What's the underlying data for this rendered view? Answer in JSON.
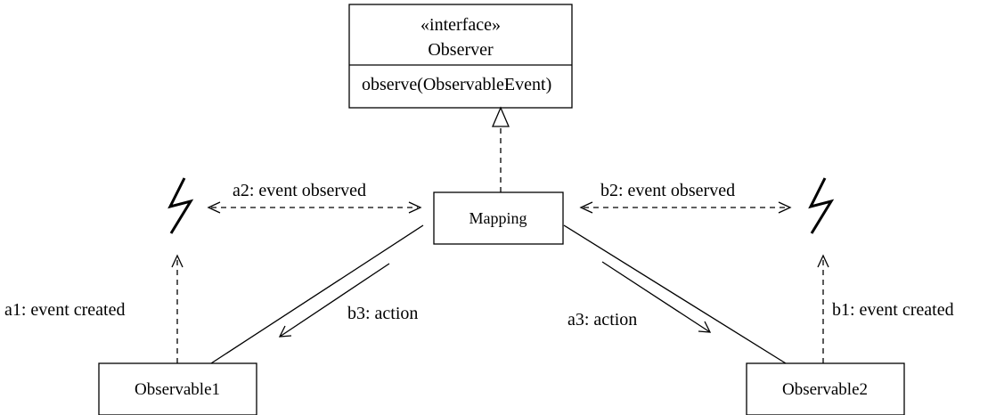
{
  "interface": {
    "stereotype": "«interface»",
    "name": "Observer",
    "operation": "observe(ObservableEvent)"
  },
  "classes": {
    "mapping": "Mapping",
    "observable1": "Observable1",
    "observable2": "Observable2"
  },
  "messages": {
    "a1": "a1: event created",
    "a2": "a2: event observed",
    "a3": "a3: action",
    "b1": "b1: event created",
    "b2": "b2: event observed",
    "b3": "b3: action"
  }
}
